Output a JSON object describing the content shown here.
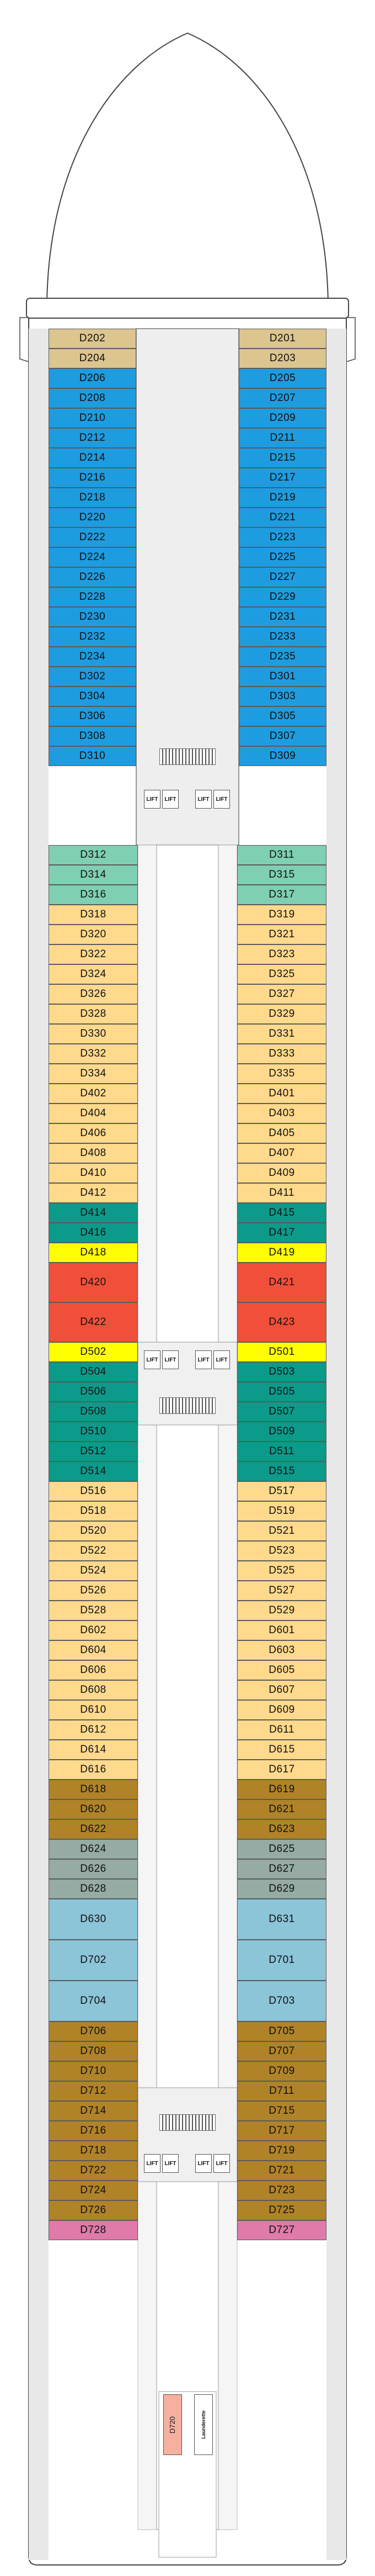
{
  "colors": {
    "tan": "#dcc58e",
    "blue": "#1e9ce0",
    "seafoam": "#7fcfb2",
    "yellow_light": "#ffd98c",
    "teal": "#0c9a8a",
    "bright_yellow": "#ffff00",
    "red": "#f0503a",
    "bronze": "#b08328",
    "gray_green": "#95aba3",
    "light_blue": "#8cc4d8",
    "pink": "#e07aa8",
    "salmon": "#f5b0a0"
  },
  "cabins": {
    "left": [
      {
        "label": "D202",
        "color": "tan"
      },
      {
        "label": "D204",
        "color": "tan"
      },
      {
        "label": "D206",
        "color": "blue"
      },
      {
        "label": "D208",
        "color": "blue"
      },
      {
        "label": "D210",
        "color": "blue"
      },
      {
        "label": "D212",
        "color": "blue"
      },
      {
        "label": "D214",
        "color": "blue"
      },
      {
        "label": "D216",
        "color": "blue"
      },
      {
        "label": "D218",
        "color": "blue"
      },
      {
        "label": "D220",
        "color": "blue"
      },
      {
        "label": "D222",
        "color": "blue"
      },
      {
        "label": "D224",
        "color": "blue"
      },
      {
        "label": "D226",
        "color": "blue"
      },
      {
        "label": "D228",
        "color": "blue"
      },
      {
        "label": "D230",
        "color": "blue"
      },
      {
        "label": "D232",
        "color": "blue"
      },
      {
        "label": "D234",
        "color": "blue"
      },
      {
        "label": "D302",
        "color": "blue"
      },
      {
        "label": "D304",
        "color": "blue"
      },
      {
        "label": "D306",
        "color": "blue"
      },
      {
        "label": "D308",
        "color": "blue"
      },
      {
        "label": "D310",
        "color": "blue"
      },
      {
        "label": "D312",
        "color": "seafoam"
      },
      {
        "label": "D314",
        "color": "seafoam"
      },
      {
        "label": "D316",
        "color": "seafoam"
      },
      {
        "label": "D318",
        "color": "yellow_light"
      },
      {
        "label": "D320",
        "color": "yellow_light"
      },
      {
        "label": "D322",
        "color": "yellow_light"
      },
      {
        "label": "D324",
        "color": "yellow_light"
      },
      {
        "label": "D326",
        "color": "yellow_light"
      },
      {
        "label": "D328",
        "color": "yellow_light"
      },
      {
        "label": "D330",
        "color": "yellow_light"
      },
      {
        "label": "D332",
        "color": "yellow_light"
      },
      {
        "label": "D334",
        "color": "yellow_light"
      },
      {
        "label": "D402",
        "color": "yellow_light"
      },
      {
        "label": "D404",
        "color": "yellow_light"
      },
      {
        "label": "D406",
        "color": "yellow_light"
      },
      {
        "label": "D408",
        "color": "yellow_light"
      },
      {
        "label": "D410",
        "color": "yellow_light"
      },
      {
        "label": "D412",
        "color": "yellow_light"
      },
      {
        "label": "D414",
        "color": "teal"
      },
      {
        "label": "D416",
        "color": "teal"
      },
      {
        "label": "D418",
        "color": "bright_yellow"
      },
      {
        "label": "D420",
        "color": "red"
      },
      {
        "label": "D422",
        "color": "red"
      },
      {
        "label": "D502",
        "color": "bright_yellow"
      },
      {
        "label": "D504",
        "color": "teal"
      },
      {
        "label": "D506",
        "color": "teal"
      },
      {
        "label": "D508",
        "color": "teal"
      },
      {
        "label": "D510",
        "color": "teal"
      },
      {
        "label": "D512",
        "color": "teal"
      },
      {
        "label": "D514",
        "color": "teal"
      },
      {
        "label": "D516",
        "color": "yellow_light"
      },
      {
        "label": "D518",
        "color": "yellow_light"
      },
      {
        "label": "D520",
        "color": "yellow_light"
      },
      {
        "label": "D522",
        "color": "yellow_light"
      },
      {
        "label": "D524",
        "color": "yellow_light"
      },
      {
        "label": "D526",
        "color": "yellow_light"
      },
      {
        "label": "D528",
        "color": "yellow_light"
      },
      {
        "label": "D602",
        "color": "yellow_light"
      },
      {
        "label": "D604",
        "color": "yellow_light"
      },
      {
        "label": "D606",
        "color": "yellow_light"
      },
      {
        "label": "D608",
        "color": "yellow_light"
      },
      {
        "label": "D610",
        "color": "yellow_light"
      },
      {
        "label": "D612",
        "color": "yellow_light"
      },
      {
        "label": "D614",
        "color": "yellow_light"
      },
      {
        "label": "D616",
        "color": "yellow_light"
      },
      {
        "label": "D618",
        "color": "bronze"
      },
      {
        "label": "D620",
        "color": "bronze"
      },
      {
        "label": "D622",
        "color": "bronze"
      },
      {
        "label": "D624",
        "color": "gray_green"
      },
      {
        "label": "D626",
        "color": "gray_green"
      },
      {
        "label": "D628",
        "color": "gray_green"
      },
      {
        "label": "D630",
        "color": "light_blue"
      },
      {
        "label": "D702",
        "color": "light_blue"
      },
      {
        "label": "D704",
        "color": "light_blue"
      },
      {
        "label": "D706",
        "color": "bronze"
      },
      {
        "label": "D708",
        "color": "bronze"
      },
      {
        "label": "D710",
        "color": "bronze"
      },
      {
        "label": "D712",
        "color": "bronze"
      },
      {
        "label": "D714",
        "color": "bronze"
      },
      {
        "label": "D716",
        "color": "bronze"
      },
      {
        "label": "D718",
        "color": "bronze"
      },
      {
        "label": "D722",
        "color": "bronze"
      },
      {
        "label": "D724",
        "color": "bronze"
      },
      {
        "label": "D726",
        "color": "bronze"
      },
      {
        "label": "D728",
        "color": "pink"
      }
    ],
    "right": [
      {
        "label": "D201",
        "color": "tan"
      },
      {
        "label": "D203",
        "color": "tan"
      },
      {
        "label": "D205",
        "color": "blue"
      },
      {
        "label": "D207",
        "color": "blue"
      },
      {
        "label": "D209",
        "color": "blue"
      },
      {
        "label": "D211",
        "color": "blue"
      },
      {
        "label": "D215",
        "color": "blue"
      },
      {
        "label": "D217",
        "color": "blue"
      },
      {
        "label": "D219",
        "color": "blue"
      },
      {
        "label": "D221",
        "color": "blue"
      },
      {
        "label": "D223",
        "color": "blue"
      },
      {
        "label": "D225",
        "color": "blue"
      },
      {
        "label": "D227",
        "color": "blue"
      },
      {
        "label": "D229",
        "color": "blue"
      },
      {
        "label": "D231",
        "color": "blue"
      },
      {
        "label": "D233",
        "color": "blue"
      },
      {
        "label": "D235",
        "color": "blue"
      },
      {
        "label": "D301",
        "color": "blue"
      },
      {
        "label": "D303",
        "color": "blue"
      },
      {
        "label": "D305",
        "color": "blue"
      },
      {
        "label": "D307",
        "color": "blue"
      },
      {
        "label": "D309",
        "color": "blue"
      },
      {
        "label": "D311",
        "color": "seafoam"
      },
      {
        "label": "D315",
        "color": "seafoam"
      },
      {
        "label": "D317",
        "color": "seafoam"
      },
      {
        "label": "D319",
        "color": "yellow_light"
      },
      {
        "label": "D321",
        "color": "yellow_light"
      },
      {
        "label": "D323",
        "color": "yellow_light"
      },
      {
        "label": "D325",
        "color": "yellow_light"
      },
      {
        "label": "D327",
        "color": "yellow_light"
      },
      {
        "label": "D329",
        "color": "yellow_light"
      },
      {
        "label": "D331",
        "color": "yellow_light"
      },
      {
        "label": "D333",
        "color": "yellow_light"
      },
      {
        "label": "D335",
        "color": "yellow_light"
      },
      {
        "label": "D401",
        "color": "yellow_light"
      },
      {
        "label": "D403",
        "color": "yellow_light"
      },
      {
        "label": "D405",
        "color": "yellow_light"
      },
      {
        "label": "D407",
        "color": "yellow_light"
      },
      {
        "label": "D409",
        "color": "yellow_light"
      },
      {
        "label": "D411",
        "color": "yellow_light"
      },
      {
        "label": "D415",
        "color": "teal"
      },
      {
        "label": "D417",
        "color": "teal"
      },
      {
        "label": "D419",
        "color": "bright_yellow"
      },
      {
        "label": "D421",
        "color": "red"
      },
      {
        "label": "D423",
        "color": "red"
      },
      {
        "label": "D501",
        "color": "bright_yellow"
      },
      {
        "label": "D503",
        "color": "teal"
      },
      {
        "label": "D505",
        "color": "teal"
      },
      {
        "label": "D507",
        "color": "teal"
      },
      {
        "label": "D509",
        "color": "teal"
      },
      {
        "label": "D511",
        "color": "teal"
      },
      {
        "label": "D515",
        "color": "teal"
      },
      {
        "label": "D517",
        "color": "yellow_light"
      },
      {
        "label": "D519",
        "color": "yellow_light"
      },
      {
        "label": "D521",
        "color": "yellow_light"
      },
      {
        "label": "D523",
        "color": "yellow_light"
      },
      {
        "label": "D525",
        "color": "yellow_light"
      },
      {
        "label": "D527",
        "color": "yellow_light"
      },
      {
        "label": "D529",
        "color": "yellow_light"
      },
      {
        "label": "D601",
        "color": "yellow_light"
      },
      {
        "label": "D603",
        "color": "yellow_light"
      },
      {
        "label": "D605",
        "color": "yellow_light"
      },
      {
        "label": "D607",
        "color": "yellow_light"
      },
      {
        "label": "D609",
        "color": "yellow_light"
      },
      {
        "label": "D611",
        "color": "yellow_light"
      },
      {
        "label": "D615",
        "color": "yellow_light"
      },
      {
        "label": "D617",
        "color": "yellow_light"
      },
      {
        "label": "D619",
        "color": "bronze"
      },
      {
        "label": "D621",
        "color": "bronze"
      },
      {
        "label": "D623",
        "color": "bronze"
      },
      {
        "label": "D625",
        "color": "gray_green"
      },
      {
        "label": "D627",
        "color": "gray_green"
      },
      {
        "label": "D629",
        "color": "gray_green"
      },
      {
        "label": "D631",
        "color": "light_blue"
      },
      {
        "label": "D701",
        "color": "light_blue"
      },
      {
        "label": "D703",
        "color": "light_blue"
      },
      {
        "label": "D705",
        "color": "bronze"
      },
      {
        "label": "D707",
        "color": "bronze"
      },
      {
        "label": "D709",
        "color": "bronze"
      },
      {
        "label": "D711",
        "color": "bronze"
      },
      {
        "label": "D715",
        "color": "bronze"
      },
      {
        "label": "D717",
        "color": "bronze"
      },
      {
        "label": "D719",
        "color": "bronze"
      },
      {
        "label": "D721",
        "color": "bronze"
      },
      {
        "label": "D723",
        "color": "bronze"
      },
      {
        "label": "D725",
        "color": "bronze"
      },
      {
        "label": "D727",
        "color": "pink"
      }
    ]
  },
  "lift_label": "LIFT",
  "center": {
    "d720_label": "D720",
    "launderette_label": "Launderette"
  }
}
